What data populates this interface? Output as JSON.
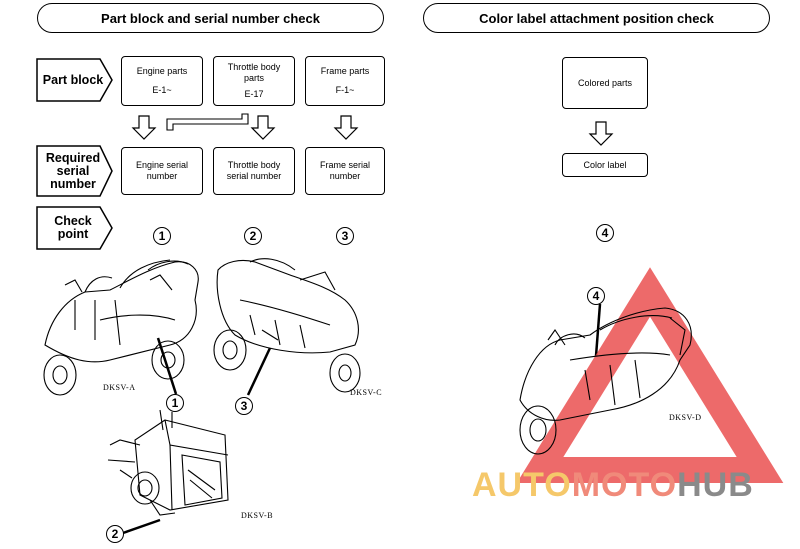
{
  "left_panel": {
    "title": "Part block and serial number check",
    "row_labels": {
      "part_block": "Part block",
      "required_serial": [
        "Required",
        "serial",
        "number"
      ],
      "check_point": [
        "Check",
        "point"
      ]
    },
    "parts": [
      {
        "name": "Engine parts",
        "code": "E-1~"
      },
      {
        "name_lines": [
          "Throttle body",
          "parts"
        ],
        "code": "E-17"
      },
      {
        "name": "Frame parts",
        "code": "F-1~"
      }
    ],
    "serials": [
      [
        "Engine serial",
        "number"
      ],
      [
        "Throttle body",
        "serial number"
      ],
      [
        "Frame serial",
        "number"
      ]
    ],
    "check_points": [
      "1",
      "2",
      "3"
    ],
    "figure_labels": {
      "a": "DKSV-A",
      "b": "DKSV-B",
      "c": "DKSV-C"
    },
    "callouts": {
      "engine": "1",
      "frame": "3",
      "throttle": "2"
    }
  },
  "right_panel": {
    "title": "Color label attachment position check",
    "colored_parts": "Colored parts",
    "color_label": "Color label",
    "check_point": "4",
    "figure_label": "DKSV-D",
    "callout": "4"
  },
  "watermark": {
    "parts": [
      "AUTO",
      "MOTO",
      "HUB"
    ],
    "colors": {
      "auto": "#f5c86a",
      "moto": "#f08a7a",
      "hub": "#8a8a8a",
      "triangle": "#e84545"
    }
  }
}
